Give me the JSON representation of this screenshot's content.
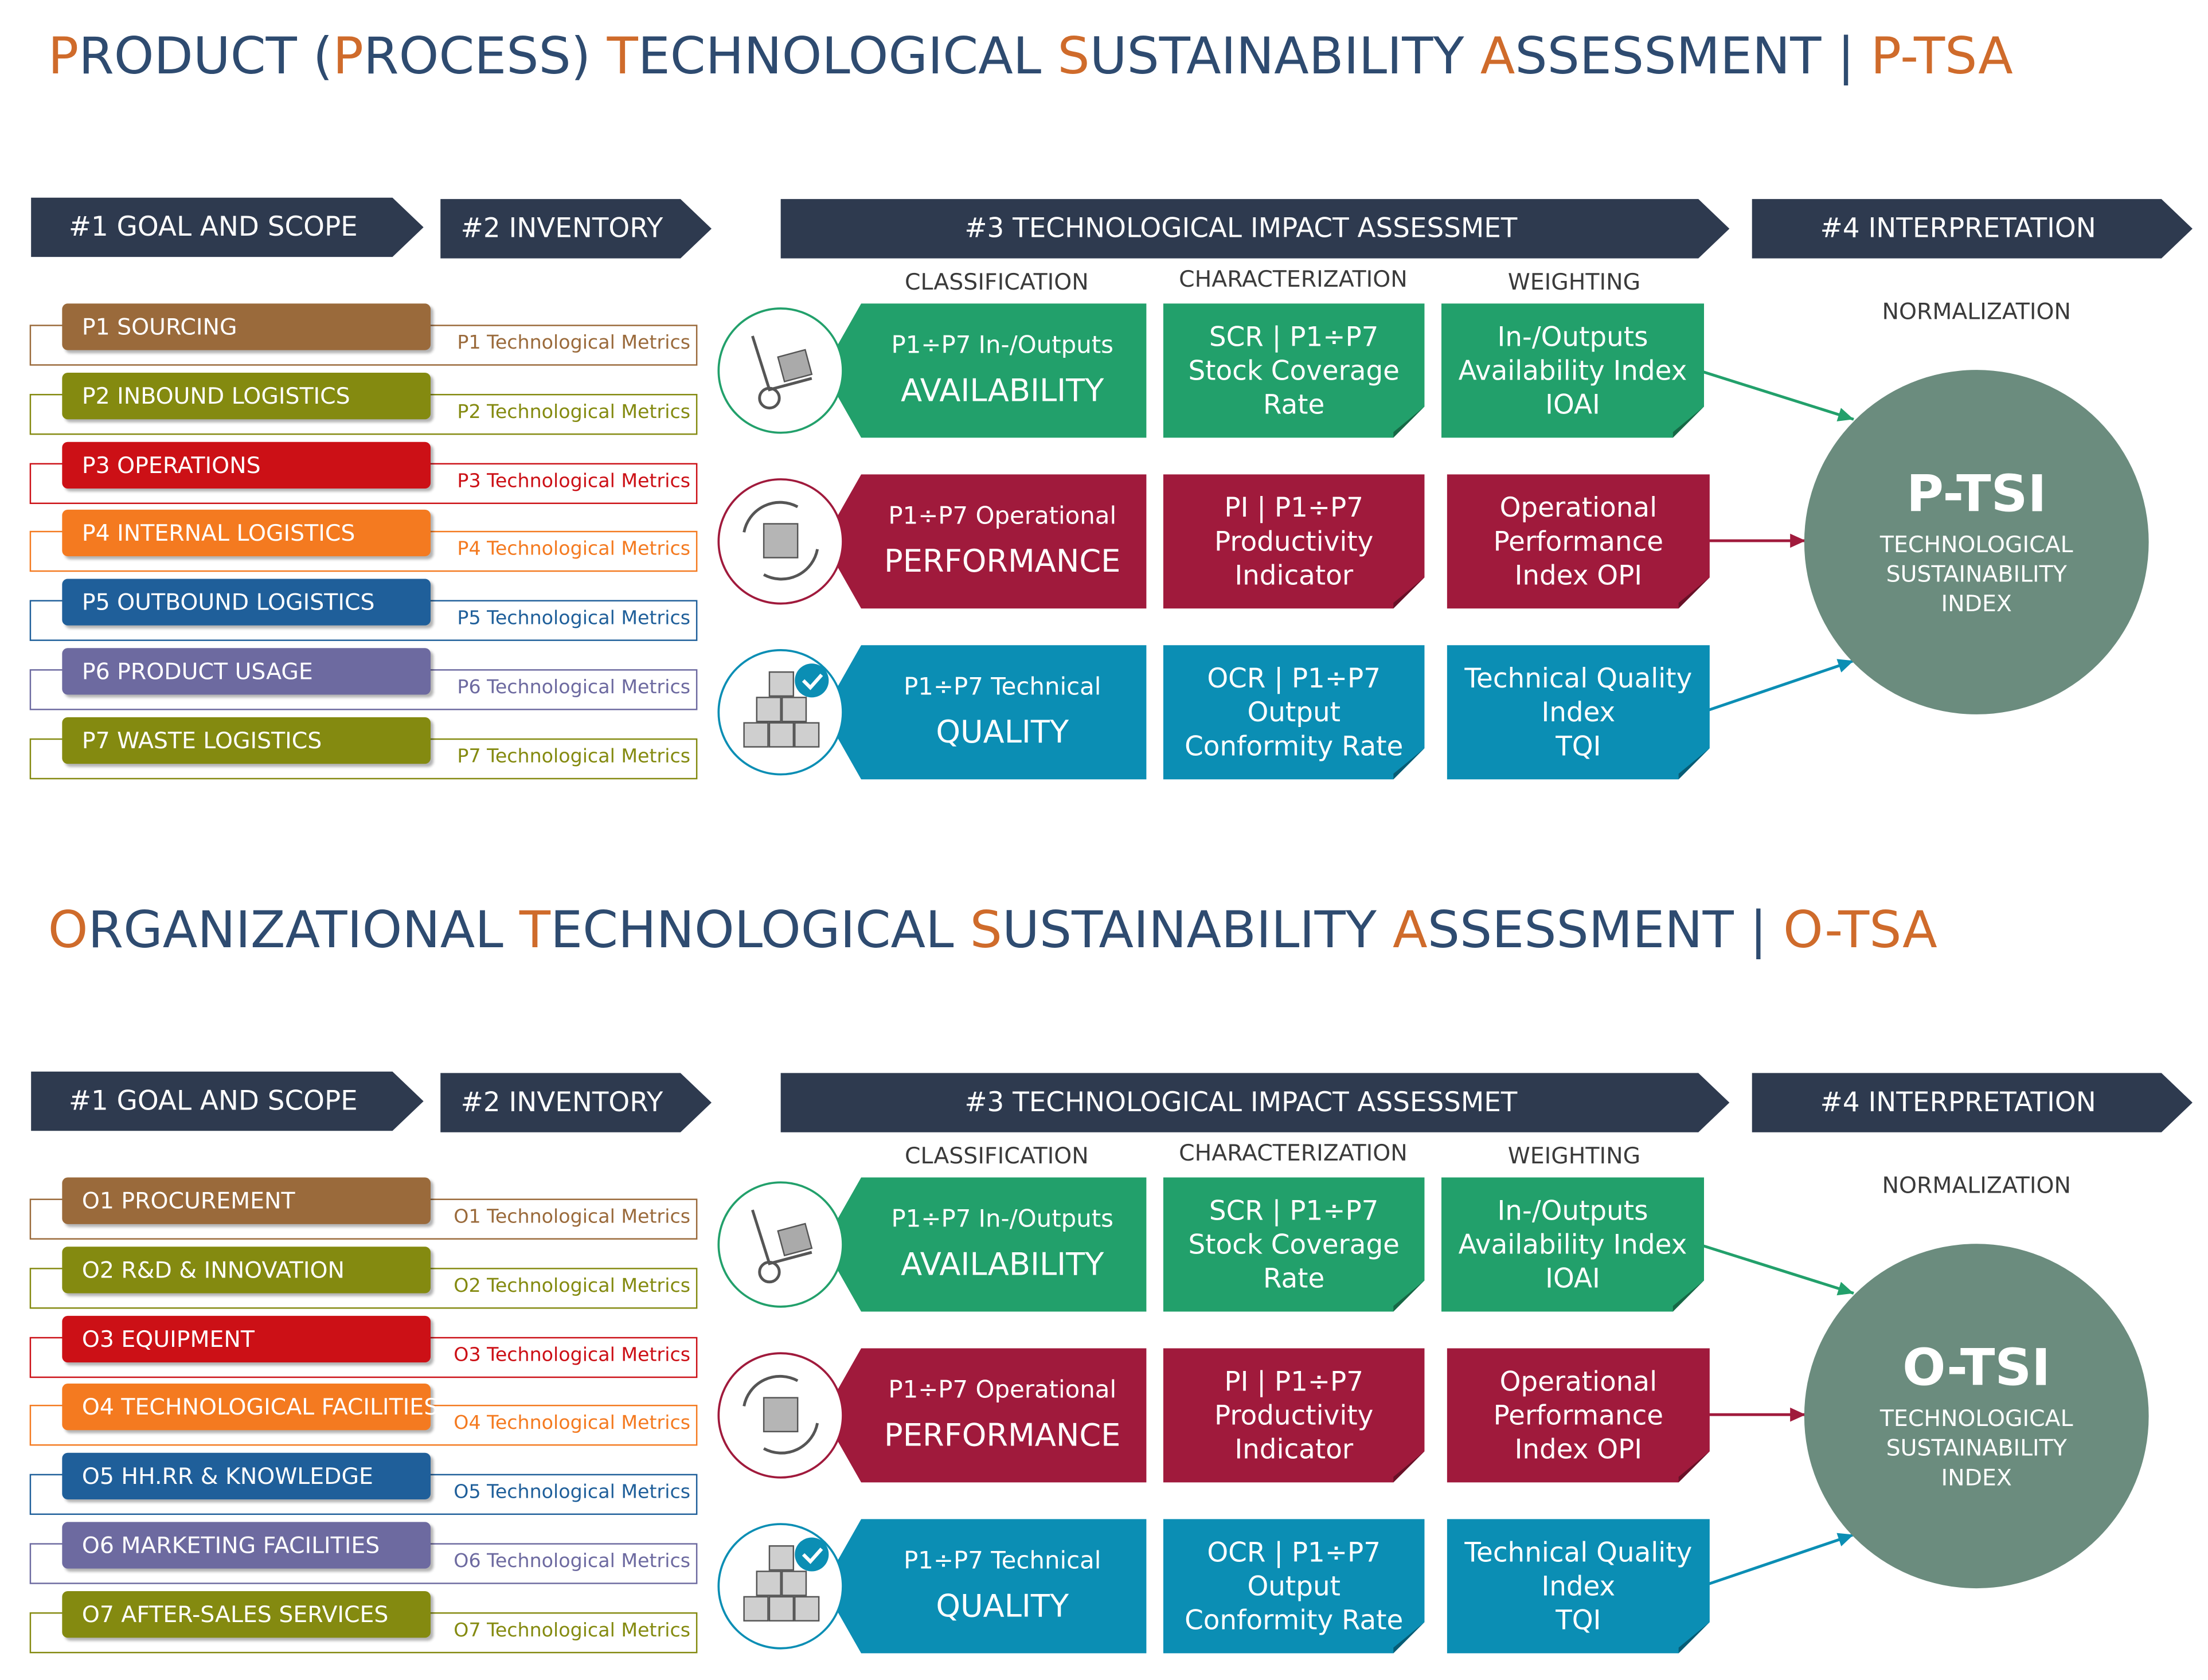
{
  "colors": {
    "navy": "#2e3a4f",
    "title_blue": "#2e4b70",
    "title_orange": "#cf6b2b",
    "green": "#22a06b",
    "crimson": "#a01a3c",
    "teal": "#0b8eb4",
    "circle": "#6b8c7e",
    "p_colors": [
      "#9a6a3b",
      "#848a10",
      "#cc1016",
      "#f47a20",
      "#1f5f9a",
      "#6d6aa0",
      "#848a10"
    ]
  },
  "sections": [
    {
      "title": {
        "parts": [
          {
            "text": "P",
            "accent": true
          },
          {
            "text": "RODUCT (",
            "accent": false
          },
          {
            "text": "P",
            "accent": true
          },
          {
            "text": "ROCESS) ",
            "accent": false
          },
          {
            "text": "T",
            "accent": true
          },
          {
            "text": "ECHNOLOGICAL ",
            "accent": false
          },
          {
            "text": "S",
            "accent": true
          },
          {
            "text": "USTAINABILITY ",
            "accent": false
          },
          {
            "text": "A",
            "accent": true
          },
          {
            "text": "SSESSMENT | ",
            "accent": false
          },
          {
            "text": "P-TSA",
            "accent": true
          }
        ]
      },
      "steps": {
        "goal": "#1 GOAL AND SCOPE",
        "inventory": "#2 INVENTORY",
        "impact": "#3 TECHNOLOGICAL  IMPACT ASSESSMET",
        "interpretation": "#4 INTERPRETATION"
      },
      "subheaders": {
        "classification": "CLASSIFICATION",
        "characterization": "CHARACTERIZATION",
        "weighting": "WEIGHTING",
        "normalization": "NORMALIZATION"
      },
      "processes": [
        {
          "label": "P1 SOURCING",
          "metric": "P1 Technological Metrics"
        },
        {
          "label": "P2 INBOUND LOGISTICS",
          "metric": "P2 Technological Metrics"
        },
        {
          "label": "P3 OPERATIONS",
          "metric": "P3 Technological Metrics"
        },
        {
          "label": "P4 INTERNAL LOGISTICS",
          "metric": "P4 Technological Metrics"
        },
        {
          "label": "P5 OUTBOUND LOGISTICS",
          "metric": "P5 Technological Metrics"
        },
        {
          "label": "P6 PRODUCT USAGE",
          "metric": "P6 Technological Metrics"
        },
        {
          "label": "P7 WASTE LOGISTICS",
          "metric": "P7 Technological Metrics"
        }
      ],
      "rows": [
        {
          "class_line1": "P1÷P7 In-/Outputs",
          "class_line2": "AVAILABILITY",
          "char_lines": [
            "SCR | P1÷P7",
            "Stock Coverage",
            "Rate"
          ],
          "weight_lines": [
            "In-/Outputs",
            "Availability Index",
            "IOAI"
          ]
        },
        {
          "class_line1": "P1÷P7 Operational",
          "class_line2": "PERFORMANCE",
          "char_lines": [
            "PI | P1÷P7",
            "Productivity",
            "Indicator"
          ],
          "weight_lines": [
            "Operational",
            "Performance",
            "Index OPI"
          ]
        },
        {
          "class_line1": "P1÷P7 Technical",
          "class_line2": "QUALITY",
          "char_lines": [
            "OCR | P1÷P7",
            "Output",
            "Conformity Rate"
          ],
          "weight_lines": [
            "Technical Quality",
            "Index",
            "TQI"
          ]
        }
      ],
      "result": {
        "abbr": "P-TSI",
        "lines": [
          "TECHNOLOGICAL",
          "SUSTAINABILITY",
          "INDEX"
        ]
      }
    },
    {
      "title": {
        "parts": [
          {
            "text": "O",
            "accent": true
          },
          {
            "text": "RGANIZATIONAL ",
            "accent": false
          },
          {
            "text": "T",
            "accent": true
          },
          {
            "text": "ECHNOLOGICAL ",
            "accent": false
          },
          {
            "text": "S",
            "accent": true
          },
          {
            "text": "USTAINABILITY ",
            "accent": false
          },
          {
            "text": "A",
            "accent": true
          },
          {
            "text": "SSESSMENT | ",
            "accent": false
          },
          {
            "text": "O-TSA",
            "accent": true
          }
        ]
      },
      "steps": {
        "goal": "#1 GOAL AND SCOPE",
        "inventory": "#2 INVENTORY",
        "impact": "#3 TECHNOLOGICAL  IMPACT ASSESSMET",
        "interpretation": "#4 INTERPRETATION"
      },
      "subheaders": {
        "classification": "CLASSIFICATION",
        "characterization": "CHARACTERIZATION",
        "weighting": "WEIGHTING",
        "normalization": "NORMALIZATION"
      },
      "processes": [
        {
          "label": "O1 PROCUREMENT",
          "metric": "O1 Technological Metrics"
        },
        {
          "label": "O2 R&D & INNOVATION",
          "metric": "O2 Technological Metrics"
        },
        {
          "label": "O3 EQUIPMENT",
          "metric": "O3 Technological Metrics"
        },
        {
          "label": "O4 TECHNOLOGICAL FACILITIES",
          "metric": "O4 Technological Metrics"
        },
        {
          "label": "O5 HH.RR & KNOWLEDGE",
          "metric": "O5 Technological Metrics"
        },
        {
          "label": "O6 MARKETING FACILITIES",
          "metric": "O6 Technological Metrics"
        },
        {
          "label": "O7 AFTER-SALES SERVICES",
          "metric": "O7 Technological Metrics"
        }
      ],
      "rows": [
        {
          "class_line1": "P1÷P7 In-/Outputs",
          "class_line2": "AVAILABILITY",
          "char_lines": [
            "SCR | P1÷P7",
            "Stock Coverage",
            "Rate"
          ],
          "weight_lines": [
            "In-/Outputs",
            "Availability Index",
            "IOAI"
          ]
        },
        {
          "class_line1": "P1÷P7 Operational",
          "class_line2": "PERFORMANCE",
          "char_lines": [
            "PI | P1÷P7",
            "Productivity",
            "Indicator"
          ],
          "weight_lines": [
            "Operational",
            "Performance",
            "Index OPI"
          ]
        },
        {
          "class_line1": "P1÷P7 Technical",
          "class_line2": "QUALITY",
          "char_lines": [
            "OCR | P1÷P7",
            "Output",
            "Conformity Rate"
          ],
          "weight_lines": [
            "Technical Quality",
            "Index",
            "TQI"
          ]
        }
      ],
      "result": {
        "abbr": "O-TSI",
        "lines": [
          "TECHNOLOGICAL",
          "SUSTAINABILITY",
          "INDEX"
        ]
      }
    }
  ]
}
